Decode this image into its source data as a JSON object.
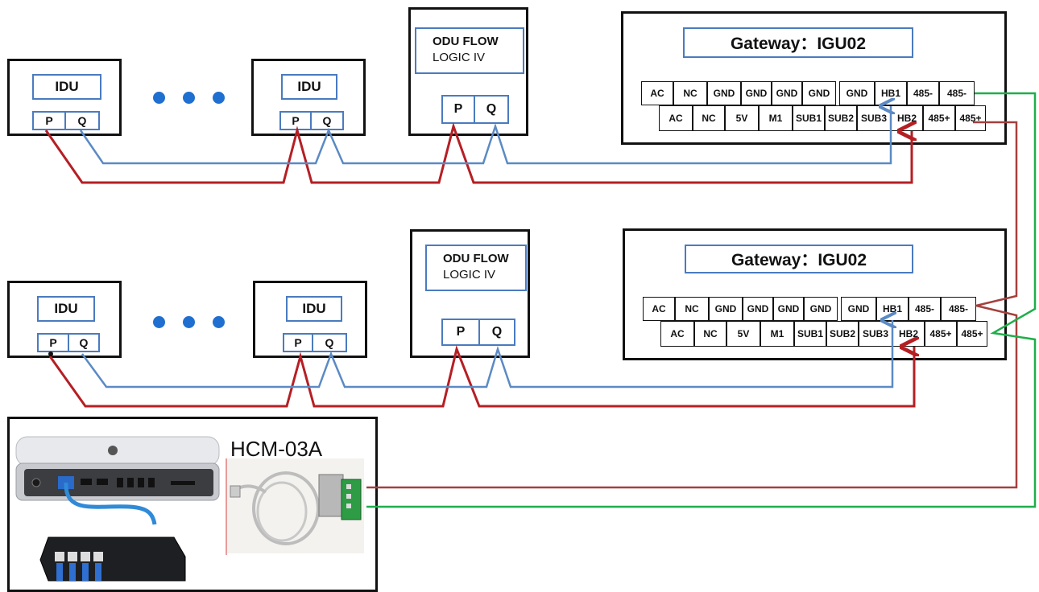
{
  "colors": {
    "bus_p": "#b51f24",
    "bus_q": "#5b8ac4",
    "rs485_a": "#a4403d",
    "rs485_b": "#1fae4b",
    "dot": "#1f6fd0"
  },
  "idu_label": "IDU",
  "ellipsis_icon": "three-dots",
  "terminal_p": "P",
  "terminal_q": "Q",
  "odu": {
    "line1": "ODU FLOW",
    "line2": "LOGIC IV"
  },
  "gateway": {
    "title": "Gateway：IGU02"
  },
  "gateway_row_top": [
    "AC",
    "NC",
    "GND",
    "GND",
    "GND",
    "GND",
    "GND",
    "HB1",
    "485-",
    "485-"
  ],
  "gateway_row_bottom": [
    "AC",
    "NC",
    "5V",
    "M1",
    "SUB1",
    "SUB2",
    "SUB3",
    "HB2",
    "485+",
    "485+"
  ],
  "converter": {
    "label": "HCM-03A"
  },
  "images": [
    "mini-pc",
    "network-switch",
    "usb-rs485-cable"
  ]
}
